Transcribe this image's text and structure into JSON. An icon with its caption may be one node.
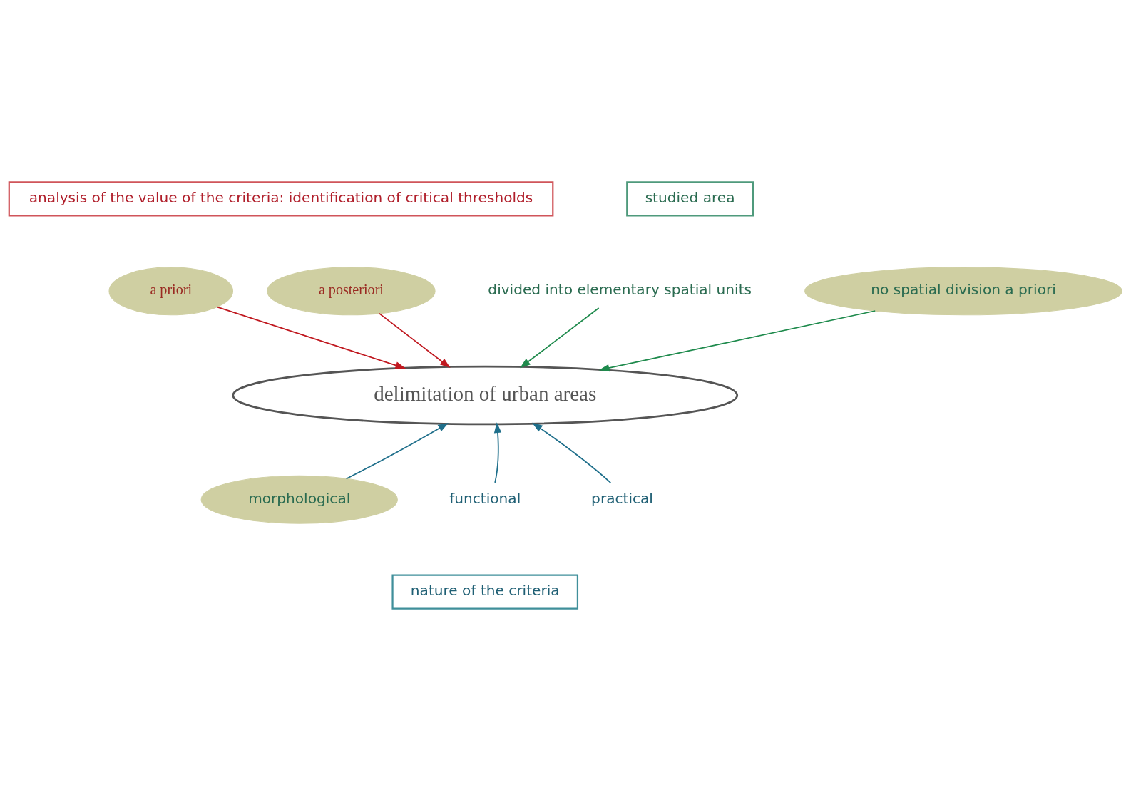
{
  "diagram": {
    "nodes": [
      {
        "text": [
          "analysis of the value of the criteria: identification of critical thresholds"
        ]
      },
      {
        "text": [
          "a priori"
        ]
      },
      {
        "text": [
          "a posteriori"
        ]
      },
      {
        "text": [
          "studied area"
        ]
      },
      {
        "text": [
          "divided into elementary spatial units"
        ]
      },
      {
        "text": [
          "no spatial division a priori"
        ]
      },
      {
        "text": [
          "delimitation of urban areas"
        ]
      },
      {
        "text": [
          "morphological"
        ]
      },
      {
        "text": [
          "functional"
        ]
      },
      {
        "text": [
          "practical"
        ]
      },
      {
        "text": [
          "nature of the criteria"
        ]
      }
    ],
    "edges": [
      {
        "from": 1,
        "to": 6,
        "arrow": "to",
        "color": "#c0181f"
      },
      {
        "from": 2,
        "to": 6,
        "arrow": "to",
        "color": "#c0181f"
      },
      {
        "from": 4,
        "to": 6,
        "arrow": "to",
        "color": "#1e8a4c"
      },
      {
        "from": 5,
        "to": 6,
        "arrow": "to",
        "color": "#1e8a4c"
      },
      {
        "from": 7,
        "to": 6,
        "arrow": "to"
      },
      {
        "from": 8,
        "to": 6,
        "arrow": "to"
      },
      {
        "from": 9,
        "to": 6,
        "arrow": "to"
      }
    ]
  }
}
